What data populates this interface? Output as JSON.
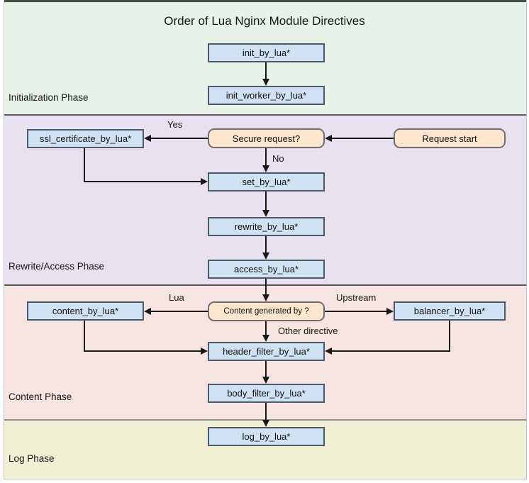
{
  "title": "Order of Lua Nginx Module Directives",
  "phases": {
    "initialization": {
      "label": "Initialization Phase",
      "bg": "#e9f2e9"
    },
    "rewrite_access": {
      "label": "Rewrite/Access Phase",
      "bg": "#e8e1f2"
    },
    "content": {
      "label": "Content Phase",
      "bg": "#f5e4e2"
    },
    "log": {
      "label": "Log Phase",
      "bg": "#f0f0d5"
    }
  },
  "nodes": {
    "init_by_lua": {
      "label": "init_by_lua*",
      "type": "directive"
    },
    "init_worker_by_lua": {
      "label": "init_worker_by_lua*",
      "type": "directive"
    },
    "ssl_certificate_by_lua": {
      "label": "ssl_certificate_by_lua*",
      "type": "directive"
    },
    "secure_request": {
      "label": "Secure request?",
      "type": "decision"
    },
    "request_start": {
      "label": "Request start",
      "type": "start"
    },
    "set_by_lua": {
      "label": "set_by_lua*",
      "type": "directive"
    },
    "rewrite_by_lua": {
      "label": "rewrite_by_lua*",
      "type": "directive"
    },
    "access_by_lua": {
      "label": "access_by_lua*",
      "type": "directive"
    },
    "content_generated_by": {
      "label": "Content generated by ?",
      "type": "decision"
    },
    "content_by_lua": {
      "label": "content_by_lua*",
      "type": "directive"
    },
    "balancer_by_lua": {
      "label": "balancer_by_lua*",
      "type": "directive"
    },
    "header_filter_by_lua": {
      "label": "header_filter_by_lua*",
      "type": "directive"
    },
    "body_filter_by_lua": {
      "label": "body_filter_by_lua*",
      "type": "directive"
    },
    "log_by_lua": {
      "label": "log_by_lua*",
      "type": "directive"
    }
  },
  "edge_labels": {
    "yes": "Yes",
    "no": "No",
    "lua": "Lua",
    "upstream": "Upstream",
    "other_directive": "Other directive"
  },
  "colors": {
    "directive_box_bg": "#cfe2f3",
    "directive_box_border": "#4d5a68",
    "decision_box_bg": "#fce5cd",
    "decision_box_border": "#6f6f6f",
    "phase_separator": "#5a5a5a",
    "arrow": "#1a1a1a"
  }
}
